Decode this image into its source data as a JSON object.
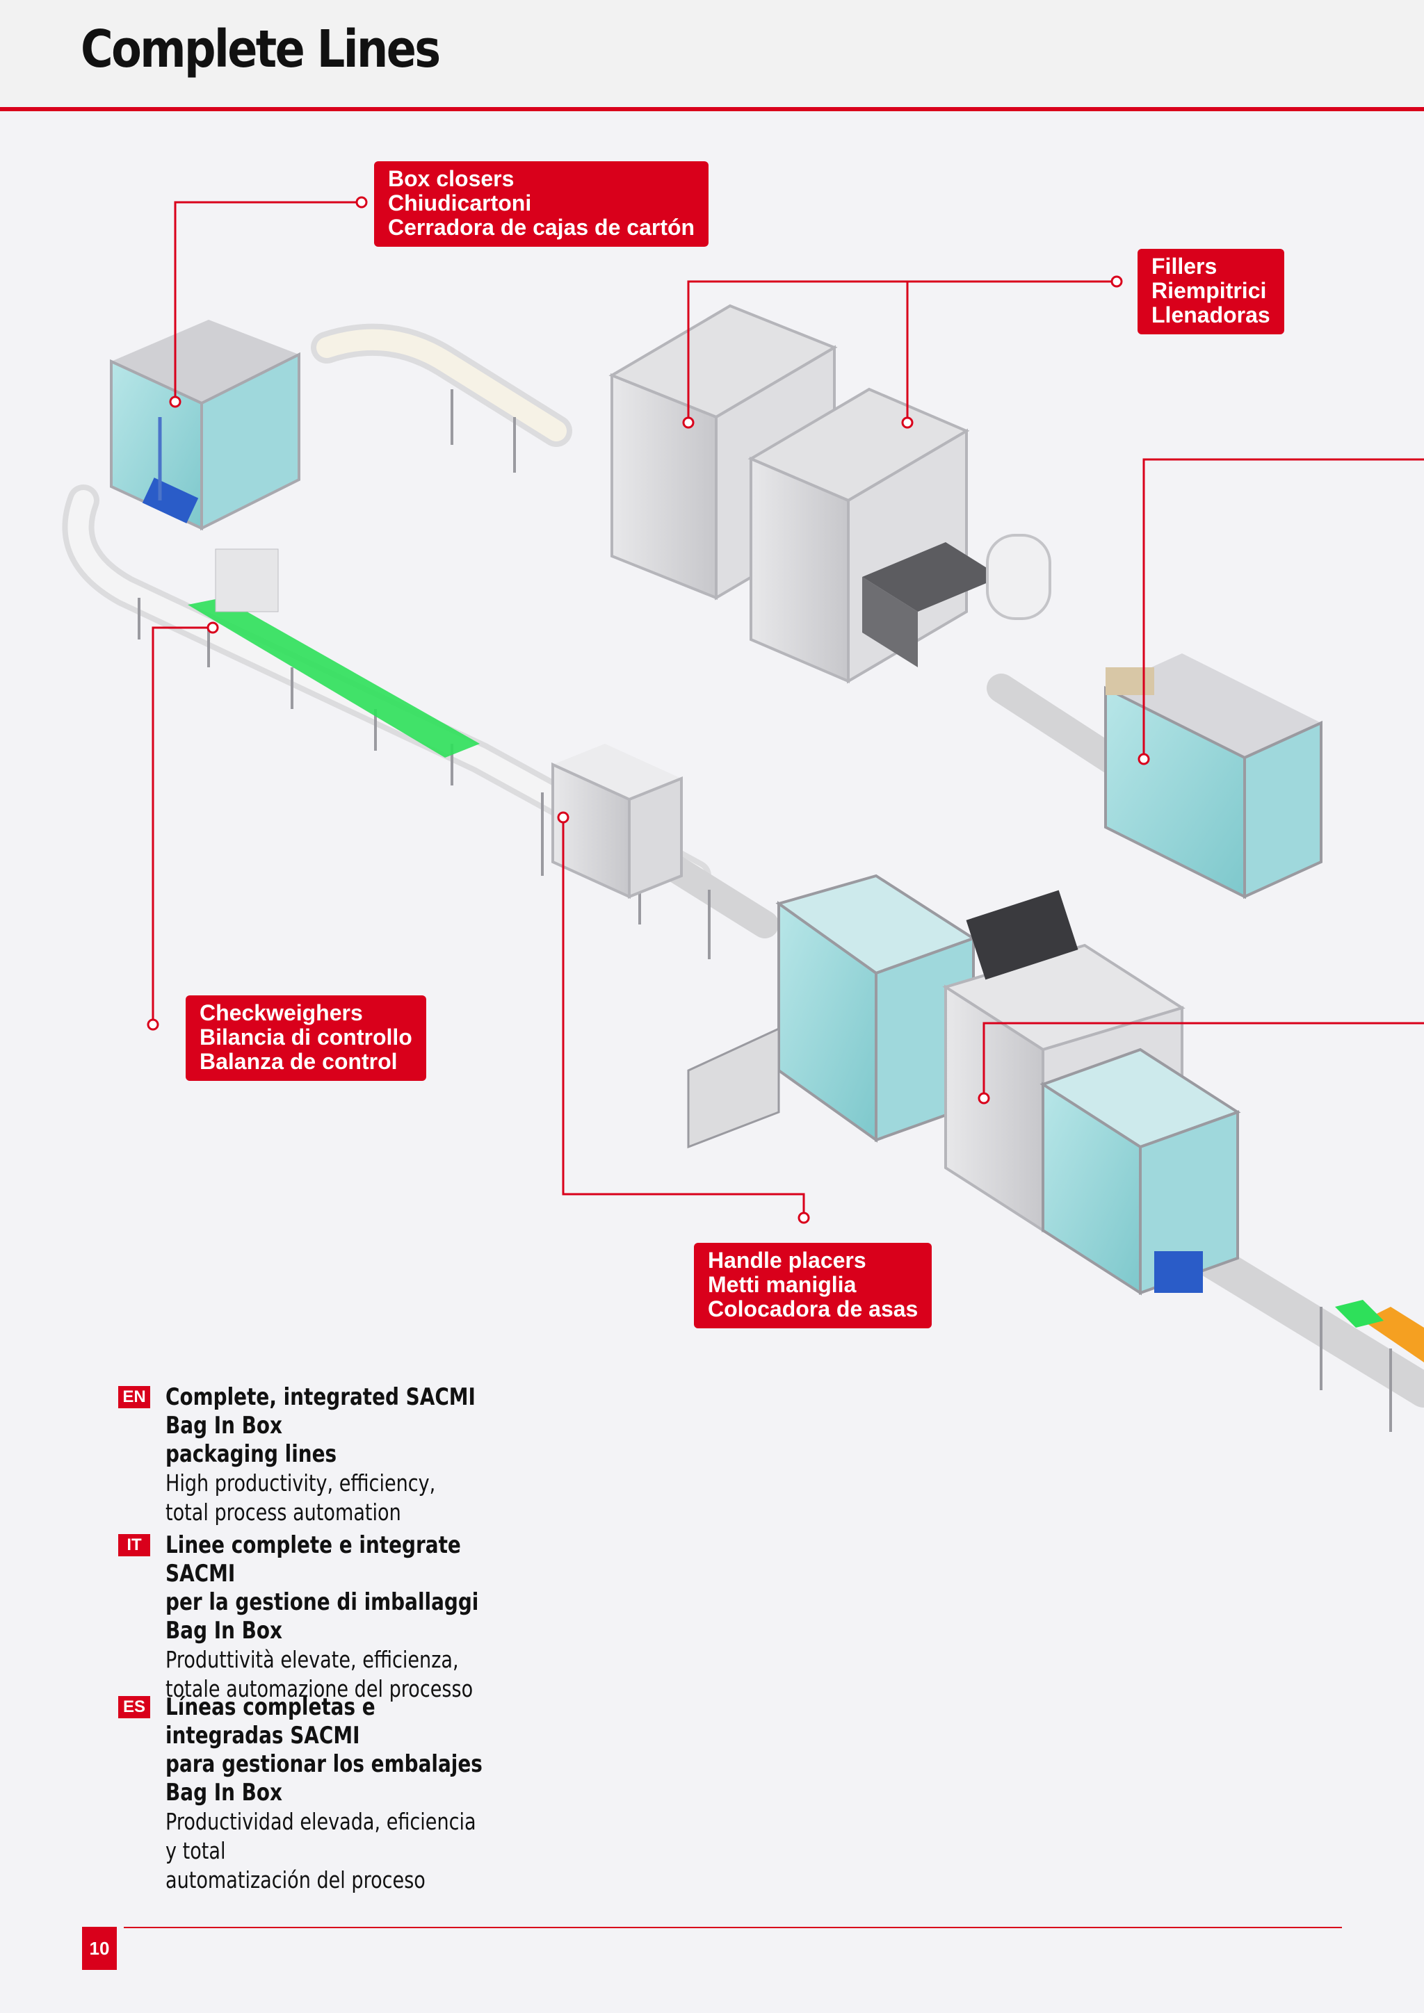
{
  "page": {
    "title": "Complete Lines",
    "page_number": "10"
  },
  "colors": {
    "accent": "#d9001b",
    "glass": "#8fd3d6",
    "conveyor_green": "#2ee05a",
    "conveyor_orange": "#f5a021",
    "motor_blue": "#2a5cc8"
  },
  "callouts": {
    "box_closers": {
      "lines": [
        "Box closers",
        "Chiudicartoni",
        "Cerradora de cajas de cartón"
      ]
    },
    "fillers": {
      "lines": [
        "Fillers",
        "Riempitrici",
        "Llenadoras"
      ]
    },
    "checkweighers": {
      "lines": [
        "Checkweighers",
        "Bilancia di controllo",
        "Balanza de control"
      ]
    },
    "handle_placers": {
      "lines": [
        "Handle placers",
        "Metti maniglia",
        "Colocadora de asas"
      ]
    }
  },
  "descriptions": [
    {
      "lang": "EN",
      "title": [
        "Complete, integrated SACMI Bag In Box",
        "packaging lines"
      ],
      "subtitle": [
        "High productivity, efficiency,",
        "total process automation"
      ]
    },
    {
      "lang": "IT",
      "title": [
        "Linee complete e integrate SACMI",
        "per la gestione di imballaggi Bag In Box"
      ],
      "subtitle": [
        "Produttività elevate, efficienza,",
        "totale automazione del processo"
      ]
    },
    {
      "lang": "ES",
      "title": [
        "Líneas completas e integradas SACMI",
        "para gestionar los embalajes Bag In Box"
      ],
      "subtitle": [
        "Productividad elevada, eficiencia y total",
        "automatización del proceso"
      ]
    }
  ]
}
